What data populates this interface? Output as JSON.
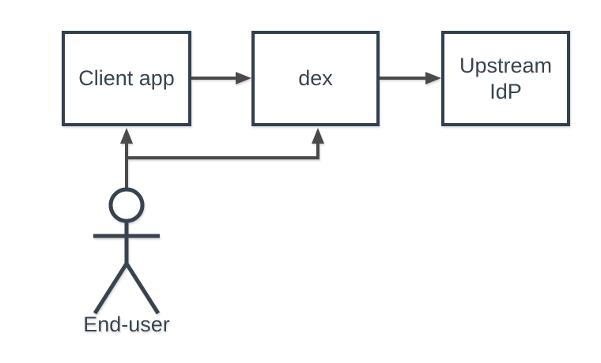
{
  "diagram": {
    "colors": {
      "background": "#ffffff",
      "node_fill": "#ffffff",
      "node_border": "#32404e",
      "text": "#3a4450",
      "connector": "#4a4a4a",
      "actor": "#39434f"
    },
    "nodes": [
      {
        "id": "client-app",
        "label": "Client app"
      },
      {
        "id": "dex",
        "label": "dex"
      },
      {
        "id": "upstream-idp",
        "label": "Upstream IdP"
      }
    ],
    "actor": {
      "label": "End-user",
      "icon": "stick-figure-actor-icon"
    },
    "edges": [
      {
        "from": "Client app",
        "to": "dex"
      },
      {
        "from": "dex",
        "to": "Upstream IdP"
      },
      {
        "from": "End-user",
        "to": "Client app"
      },
      {
        "from": "End-user",
        "to": "dex"
      }
    ]
  }
}
